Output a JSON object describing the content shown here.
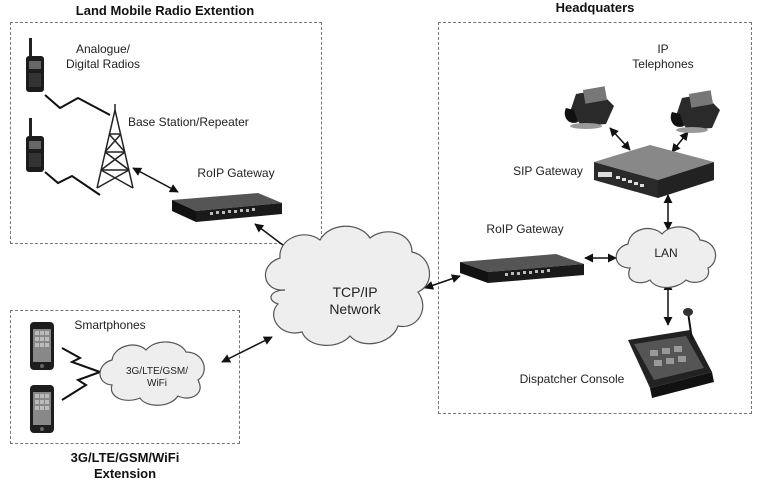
{
  "sections": {
    "lmr": {
      "title": "Land Mobile Radio Extention"
    },
    "hq": {
      "title": "Headquaters"
    },
    "ext": {
      "title_line1": "3G/LTE/GSM/WiFi",
      "title_line2": "Extension"
    }
  },
  "nodes": {
    "analogue_radios": {
      "line1": "Analogue/",
      "line2": "Digital Radios"
    },
    "base_station": {
      "label": "Base Station/Repeater"
    },
    "roip_gateway_lmr": {
      "label": "RoIP Gateway"
    },
    "network": {
      "line1": "TCP/IP",
      "line2": "Network"
    },
    "ip_telephones": {
      "line1": "IP",
      "line2": "Telephones"
    },
    "sip_gateway": {
      "label": "SIP Gateway"
    },
    "roip_gateway_hq": {
      "label": "RoIP Gateway"
    },
    "lan": {
      "label": "LAN"
    },
    "dispatcher_console": {
      "label": "Dispatcher Console"
    },
    "smartphones": {
      "label": "Smartphones"
    },
    "mobile_cloud": {
      "line1": "3G/LTE/GSM/",
      "line2": "WiFi"
    }
  },
  "icons": [
    "radio-icon",
    "tower-icon",
    "gateway-icon",
    "cloud-icon",
    "phone-icon",
    "smartphone-icon",
    "console-icon"
  ]
}
